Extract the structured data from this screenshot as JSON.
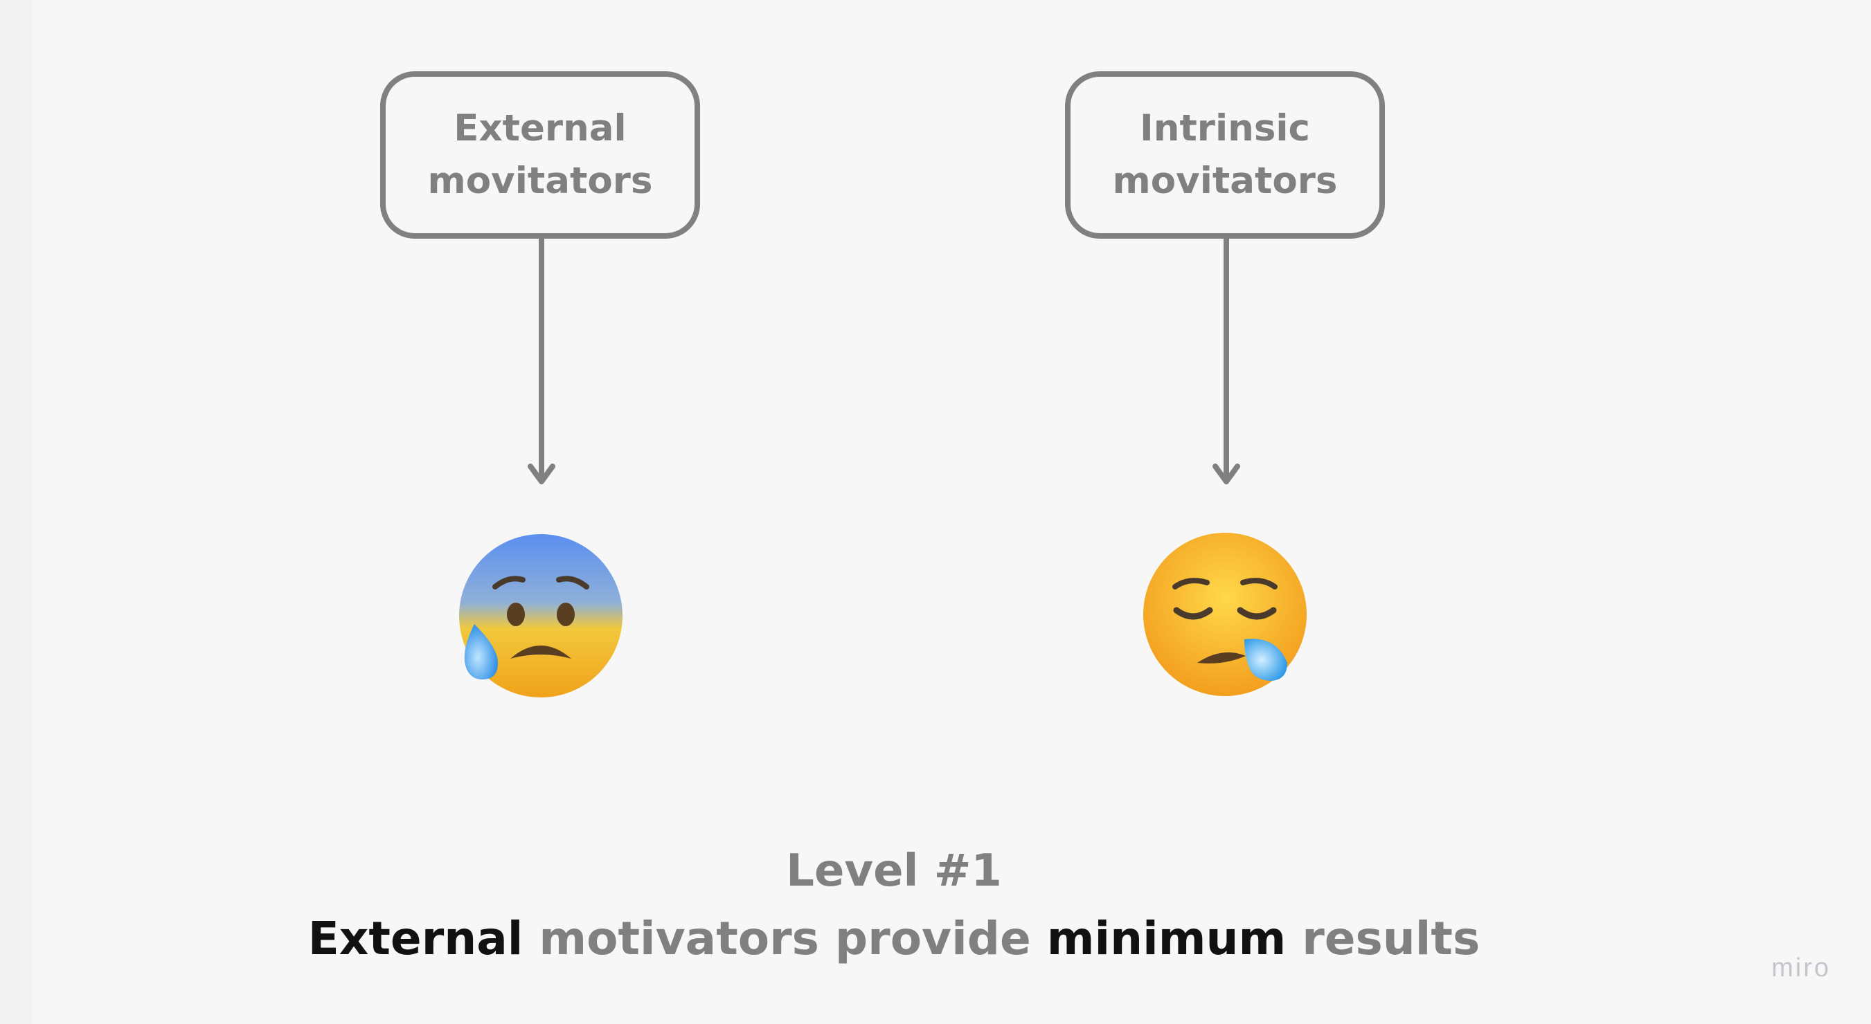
{
  "boxes": {
    "left": {
      "line1": "External",
      "line2": "movitators"
    },
    "right": {
      "line1": "Intrinsic",
      "line2": "movitators"
    }
  },
  "emojis": {
    "left": "anxious-face-with-sweat-icon",
    "right": "sleepy-face-icon"
  },
  "caption": {
    "title": "Level #1",
    "parts": [
      {
        "text": "External",
        "style": "dark"
      },
      {
        "text": " motivators provide ",
        "style": "gray"
      },
      {
        "text": "minimum",
        "style": "dark"
      },
      {
        "text": " results",
        "style": "gray"
      }
    ]
  },
  "logo": "miro",
  "colors": {
    "background": "#f7f7f7",
    "stroke": "#808080",
    "dark_text": "#111111",
    "logo": "#c4c6cc"
  }
}
